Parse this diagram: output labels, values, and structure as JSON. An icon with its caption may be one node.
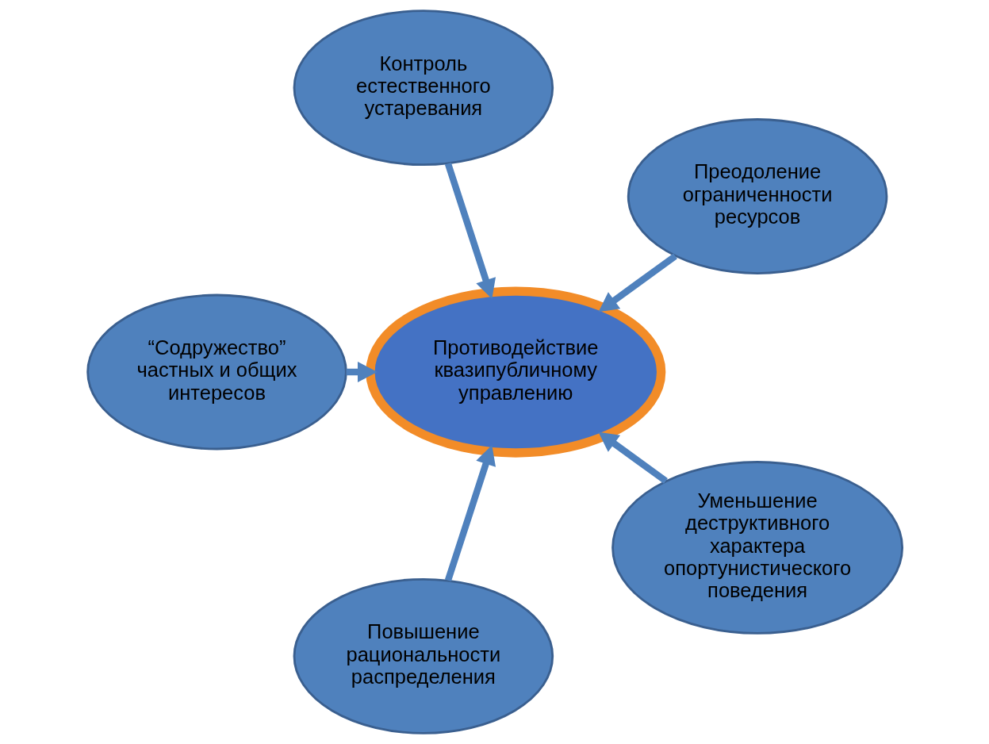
{
  "diagram": {
    "nodes": [
      {
        "text": [
          "Преодоление ограниченности ресурсов"
        ]
      },
      {
        "text": [
          "Контроль естественного устаревания"
        ]
      },
      {
        "text": [
          "“Содружество” частных и общих интересов"
        ]
      },
      {
        "text": [
          "Противодействие квазипубличному управлению"
        ]
      },
      {
        "text": [
          "Повышение рациональности распределения"
        ]
      },
      {
        "text": [
          "Уменьшение деструктивного характера опортунистического поведения"
        ]
      }
    ],
    "edges": [
      {
        "from": 0,
        "to": 3,
        "arrow": "to"
      },
      {
        "from": 1,
        "to": 3,
        "arrow": "to"
      },
      {
        "from": 2,
        "to": 3,
        "arrow": "to"
      },
      {
        "from": 4,
        "to": 3,
        "arrow": "to"
      },
      {
        "from": 5,
        "to": 3,
        "arrow": "to"
      }
    ]
  }
}
